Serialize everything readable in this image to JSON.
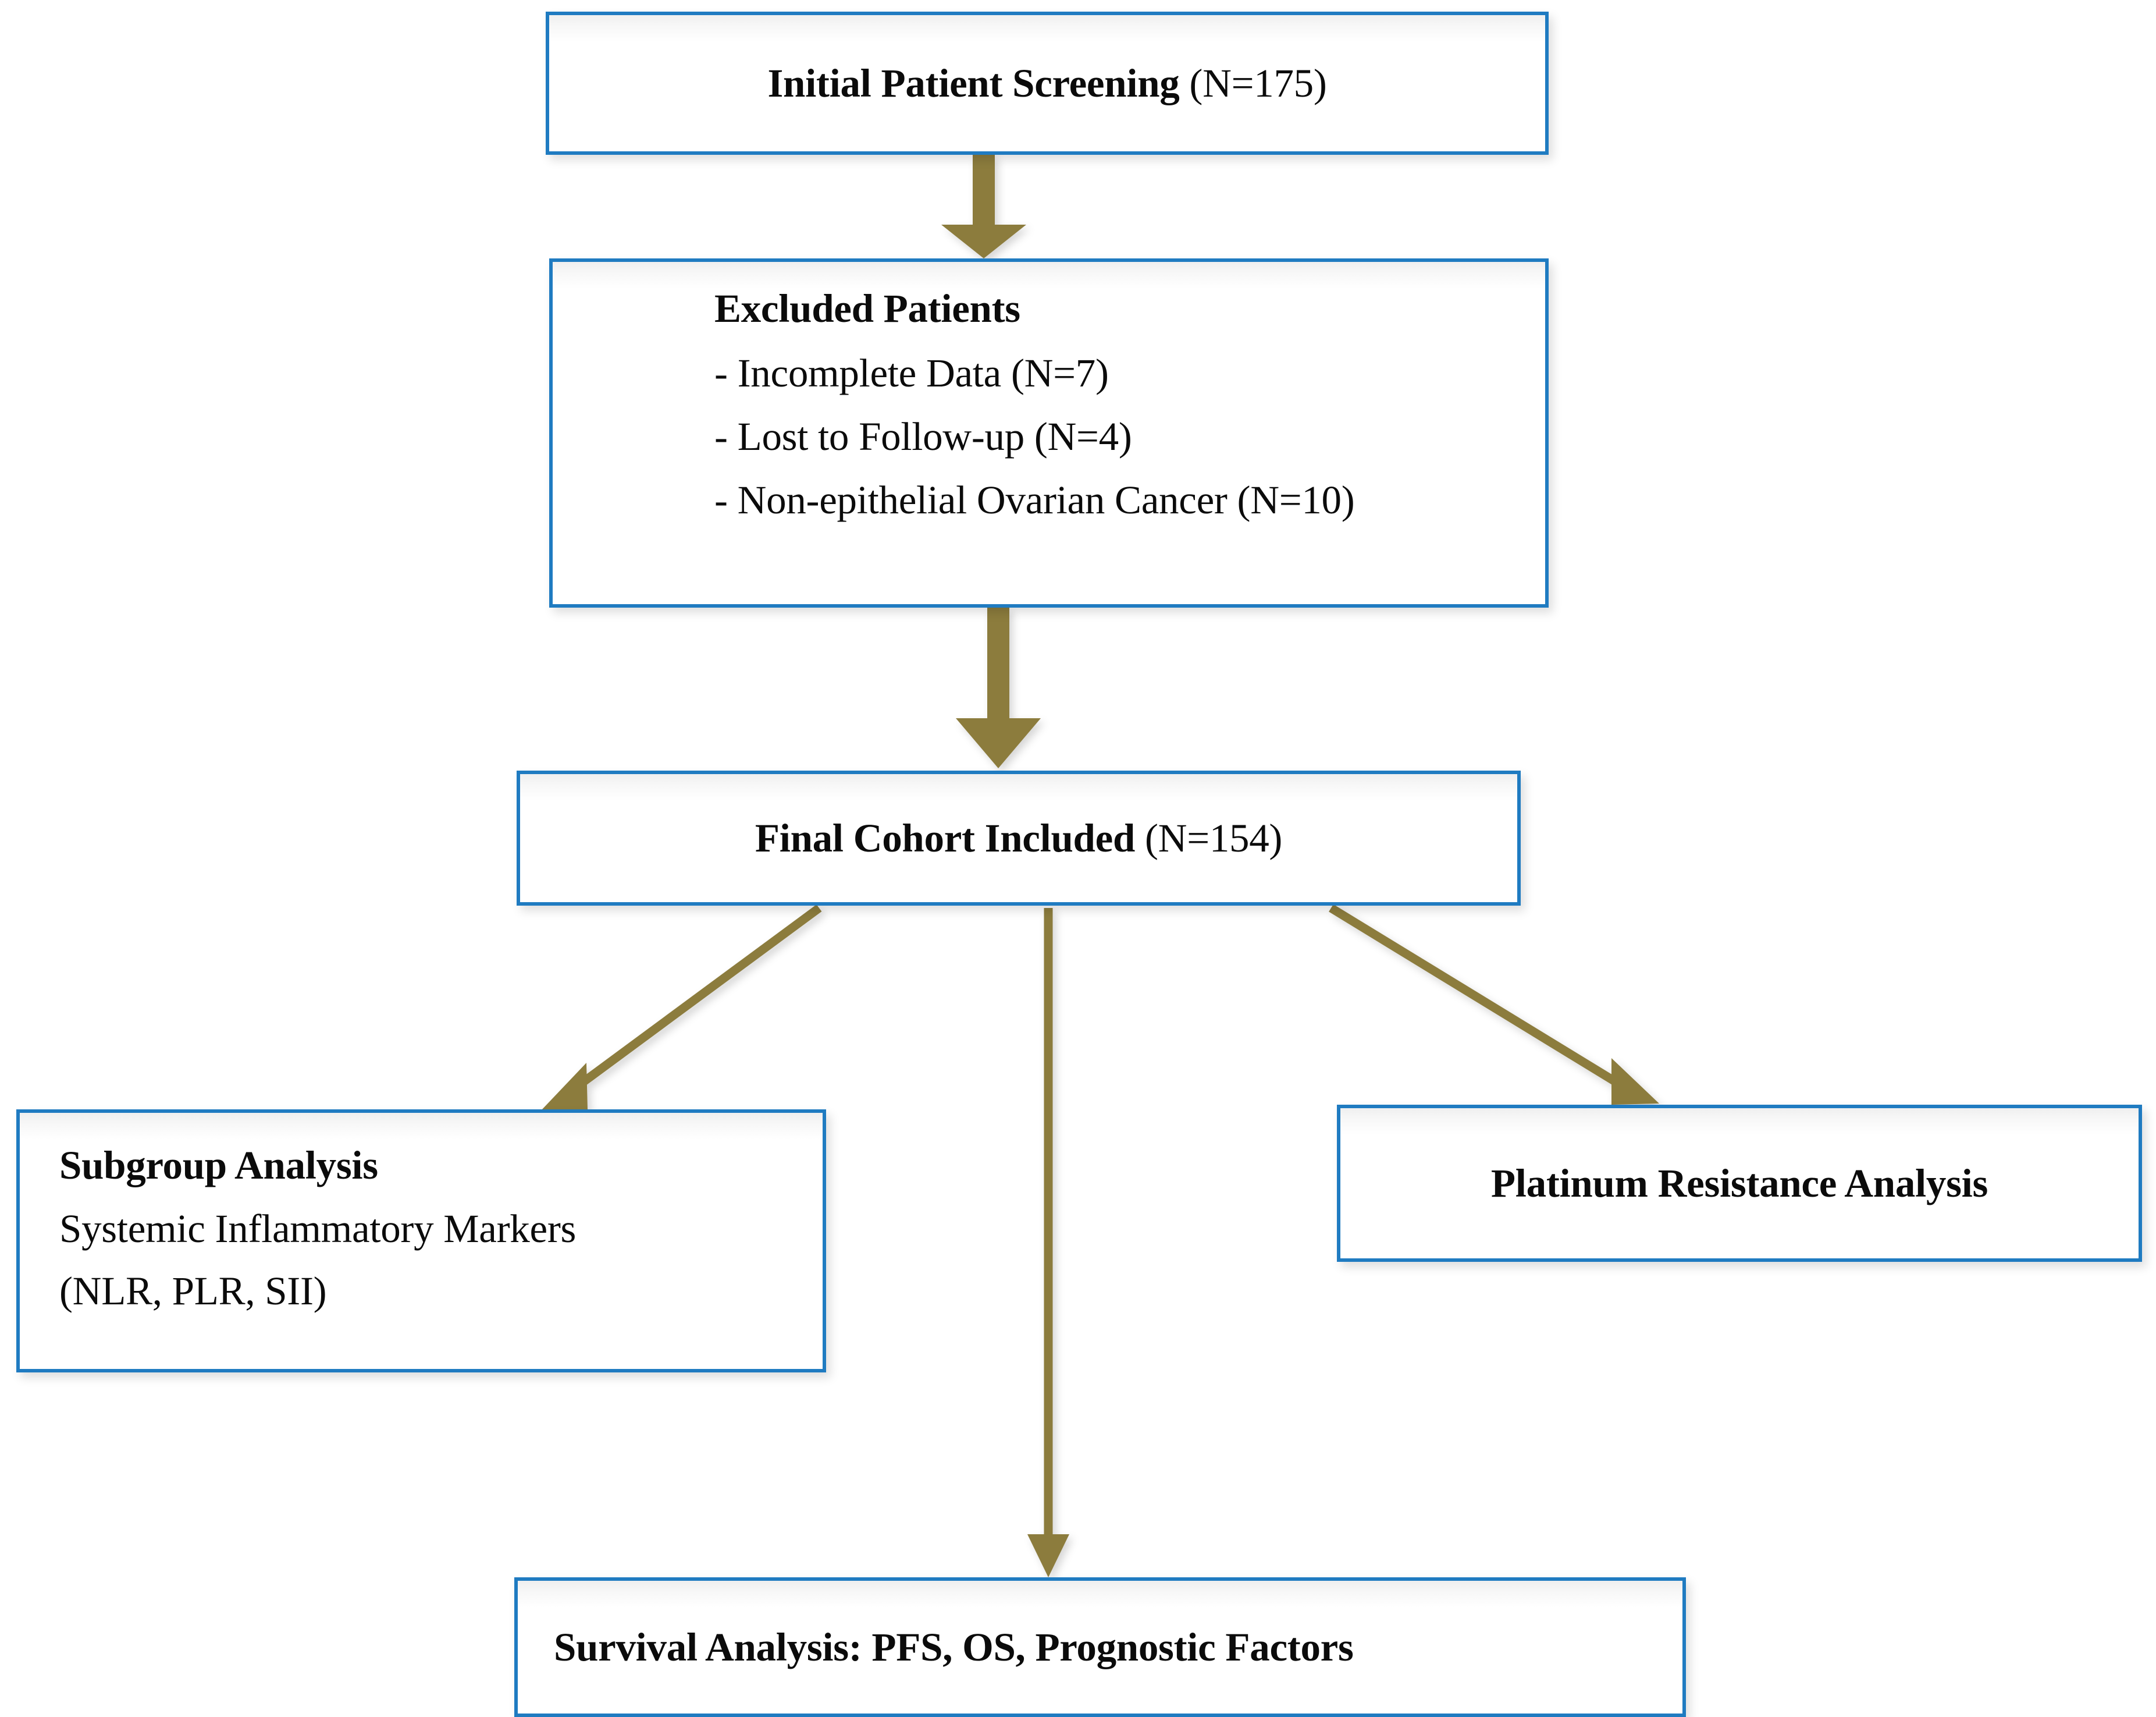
{
  "diagram": {
    "type": "flowchart",
    "title": "Patient selection and analysis flow diagram",
    "colors": {
      "box_border": "#1F7BC1",
      "box_fill": "#FFFFFF",
      "arrow": "#8C7B3E",
      "text": "#0B0B0B"
    }
  },
  "nodes": {
    "screening": {
      "label_bold": "Initial Patient Screening",
      "label_regular": " (N=175)"
    },
    "excluded": {
      "heading": "Excluded Patients",
      "items": [
        "- Incomplete Data (N=7)",
        "- Lost to Follow-up (N=4)",
        "- Non-epithelial Ovarian Cancer (N=10)"
      ]
    },
    "cohort": {
      "label_bold": "Final Cohort Included",
      "label_regular": " (N=154)"
    },
    "subgroup": {
      "heading": "Subgroup Analysis",
      "line2": "Systemic Inflammatory Markers",
      "line3": "(NLR, PLR, SII)"
    },
    "platinum": {
      "label": "Platinum Resistance Analysis"
    },
    "survival": {
      "label": "Survival Analysis: PFS, OS, Prognostic Factors"
    }
  },
  "edges": [
    {
      "id": "screening-to-excluded",
      "from": "screening",
      "to": "excluded",
      "style": "thick-vertical-arrow"
    },
    {
      "id": "excluded-to-cohort",
      "from": "excluded",
      "to": "cohort",
      "style": "thick-vertical-arrow"
    },
    {
      "id": "cohort-to-subgroup",
      "from": "cohort",
      "to": "subgroup",
      "style": "thin-diagonal-arrow-left"
    },
    {
      "id": "cohort-to-survival",
      "from": "cohort",
      "to": "survival",
      "style": "thin-vertical-arrow"
    },
    {
      "id": "cohort-to-platinum",
      "from": "cohort",
      "to": "platinum",
      "style": "thin-diagonal-arrow-right"
    }
  ]
}
